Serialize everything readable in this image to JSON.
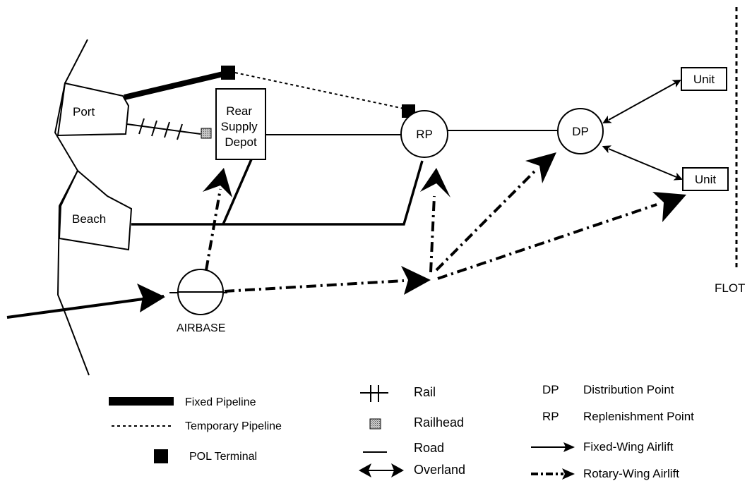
{
  "nodes": {
    "port": "Port",
    "beach": "Beach",
    "rear_supply_depot": [
      "Rear",
      "Supply",
      "Depot"
    ],
    "rp": "RP",
    "dp": "DP",
    "unit_top": "Unit",
    "unit_bottom": "Unit",
    "airbase": "AIRBASE",
    "flot": "FLOT"
  },
  "legend": {
    "fixed_pipeline": "Fixed Pipeline",
    "temporary_pipeline": "Temporary Pipeline",
    "pol_terminal": "POL Terminal",
    "rail": "Rail",
    "railhead": "Railhead",
    "road": "Road",
    "overland": "Overland",
    "dp_abbr": "DP",
    "dp_text": "Distribution Point",
    "rp_abbr": "RP",
    "rp_text": "Replenishment Point",
    "fixed_wing": "Fixed-Wing Airlift",
    "rotary_wing": "Rotary-Wing Airlift"
  }
}
